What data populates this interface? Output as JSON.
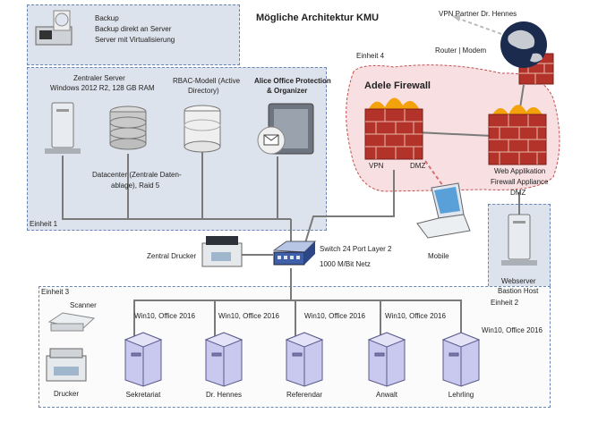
{
  "title": "Mögliche Architektur KMU",
  "backup": [
    "Backup",
    "Backup direkt an Server",
    "Server mit Virtualisierung"
  ],
  "vpn_partner": "VPN Partner Dr. Hennes",
  "router_modem": "Router | Modem",
  "einheit4": "Einheit 4",
  "zentraler_server": [
    "Zentraler Server",
    "Windows 2012 R2, 128 GB RAM"
  ],
  "rbac": [
    "RBAC-Modell (Active",
    "Directory)"
  ],
  "alice": [
    "Alice Office Protection",
    "& Organizer"
  ],
  "datacenter": [
    "Datacenter (Zentrale Daten-",
    "ablage), Raid 5"
  ],
  "einheit1": "Einheit 1",
  "adele_firewall": "Adele Firewall",
  "fw_vpn": "VPN",
  "fw_dmz": "DMZ",
  "web_app": [
    "Web Applikation",
    "Firewall Appliance",
    "DMZ"
  ],
  "mobile": "Mobile",
  "zentral_drucker": "Zentral Drucker",
  "switch": [
    "Switch 24 Port Layer 2",
    "1000 M/Bit Netz"
  ],
  "webserver": [
    "Webserver",
    "Bastion Host"
  ],
  "einheit2": "Einheit 2",
  "einheit3": "Einheit 3",
  "scanner": "Scanner",
  "drucker": "Drucker",
  "os_label": "Win10, Office 2016",
  "workstations": [
    "Sekretariat",
    "Dr. Hennes",
    "Referendar",
    "Anwalt",
    "Lehrling"
  ],
  "colors": {
    "zone_fill": "#dde3ec",
    "zone_border": "#6b86b3",
    "firewall_zone": "#f7dfe2",
    "brick": "#b3332b",
    "line": "#777777",
    "link_red": "#d66f6f"
  }
}
